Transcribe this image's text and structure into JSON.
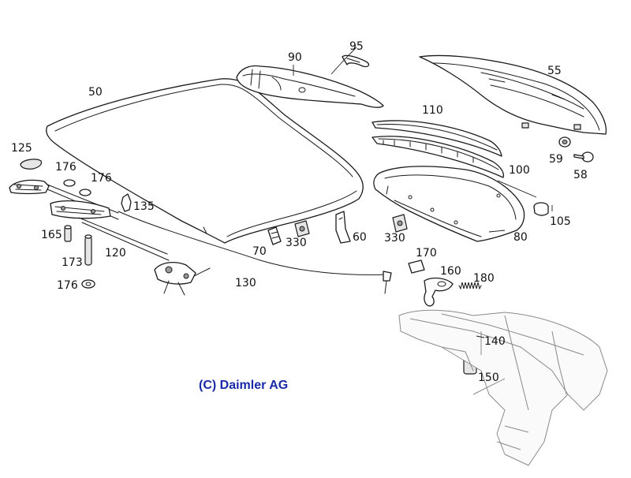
{
  "diagram": {
    "copyright": "(C) Daimler AG",
    "callouts": [
      {
        "id": "50",
        "text": "50"
      },
      {
        "id": "90",
        "text": "90"
      },
      {
        "id": "95",
        "text": "95"
      },
      {
        "id": "55",
        "text": "55"
      },
      {
        "id": "110",
        "text": "110"
      },
      {
        "id": "100",
        "text": "100"
      },
      {
        "id": "59",
        "text": "59"
      },
      {
        "id": "58",
        "text": "58"
      },
      {
        "id": "105",
        "text": "105"
      },
      {
        "id": "80",
        "text": "80"
      },
      {
        "id": "125",
        "text": "125"
      },
      {
        "id": "176a",
        "text": "176"
      },
      {
        "id": "176b",
        "text": "176"
      },
      {
        "id": "176c",
        "text": "176"
      },
      {
        "id": "135",
        "text": "135"
      },
      {
        "id": "165",
        "text": "165"
      },
      {
        "id": "120",
        "text": "120"
      },
      {
        "id": "173",
        "text": "173"
      },
      {
        "id": "130",
        "text": "130"
      },
      {
        "id": "70",
        "text": "70"
      },
      {
        "id": "330a",
        "text": "330"
      },
      {
        "id": "60",
        "text": "60"
      },
      {
        "id": "330b",
        "text": "330"
      },
      {
        "id": "170",
        "text": "170"
      },
      {
        "id": "160",
        "text": "160"
      },
      {
        "id": "180",
        "text": "180"
      },
      {
        "id": "140",
        "text": "140"
      },
      {
        "id": "150",
        "text": "150"
      }
    ]
  }
}
